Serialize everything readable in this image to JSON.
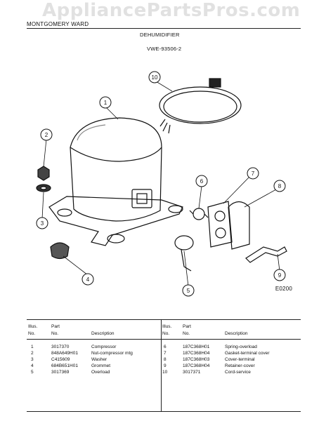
{
  "watermark": "AppliancePartsPros.com",
  "header": {
    "brand": "MONTGOMERY WARD",
    "model": "DEHUMIDIFIER",
    "vwe": "VWE-93506-2"
  },
  "diagram": {
    "callouts": [
      "1",
      "2",
      "3",
      "4",
      "5",
      "6",
      "7",
      "8",
      "9",
      "10"
    ],
    "code": "E0200"
  },
  "table": {
    "headers": {
      "illus_no": [
        "Illus.",
        "No."
      ],
      "part_no": [
        "Part",
        "No."
      ],
      "description": "Description"
    },
    "left": [
      {
        "illus": "1",
        "part": "3017370",
        "desc": "Compressor"
      },
      {
        "illus": "2",
        "part": "848A649H01",
        "desc": "Nut-compressor mtg"
      },
      {
        "illus": "3",
        "part": "C415609",
        "desc": "Washer"
      },
      {
        "illus": "4",
        "part": "684B651H01",
        "desc": "Grommet"
      },
      {
        "illus": "5",
        "part": "3017369",
        "desc": "Overload"
      }
    ],
    "right": [
      {
        "illus": "6",
        "part": "187C368H01",
        "desc": "Spring-overload"
      },
      {
        "illus": "7",
        "part": "187C368H04",
        "desc": "Gasket-terminal cover"
      },
      {
        "illus": "8",
        "part": "187C368H03",
        "desc": "Cover-terminal"
      },
      {
        "illus": "9",
        "part": "187C368H04",
        "desc": "Retainer-cover"
      },
      {
        "illus": "10",
        "part": "3017371",
        "desc": "Cord-service"
      }
    ]
  }
}
